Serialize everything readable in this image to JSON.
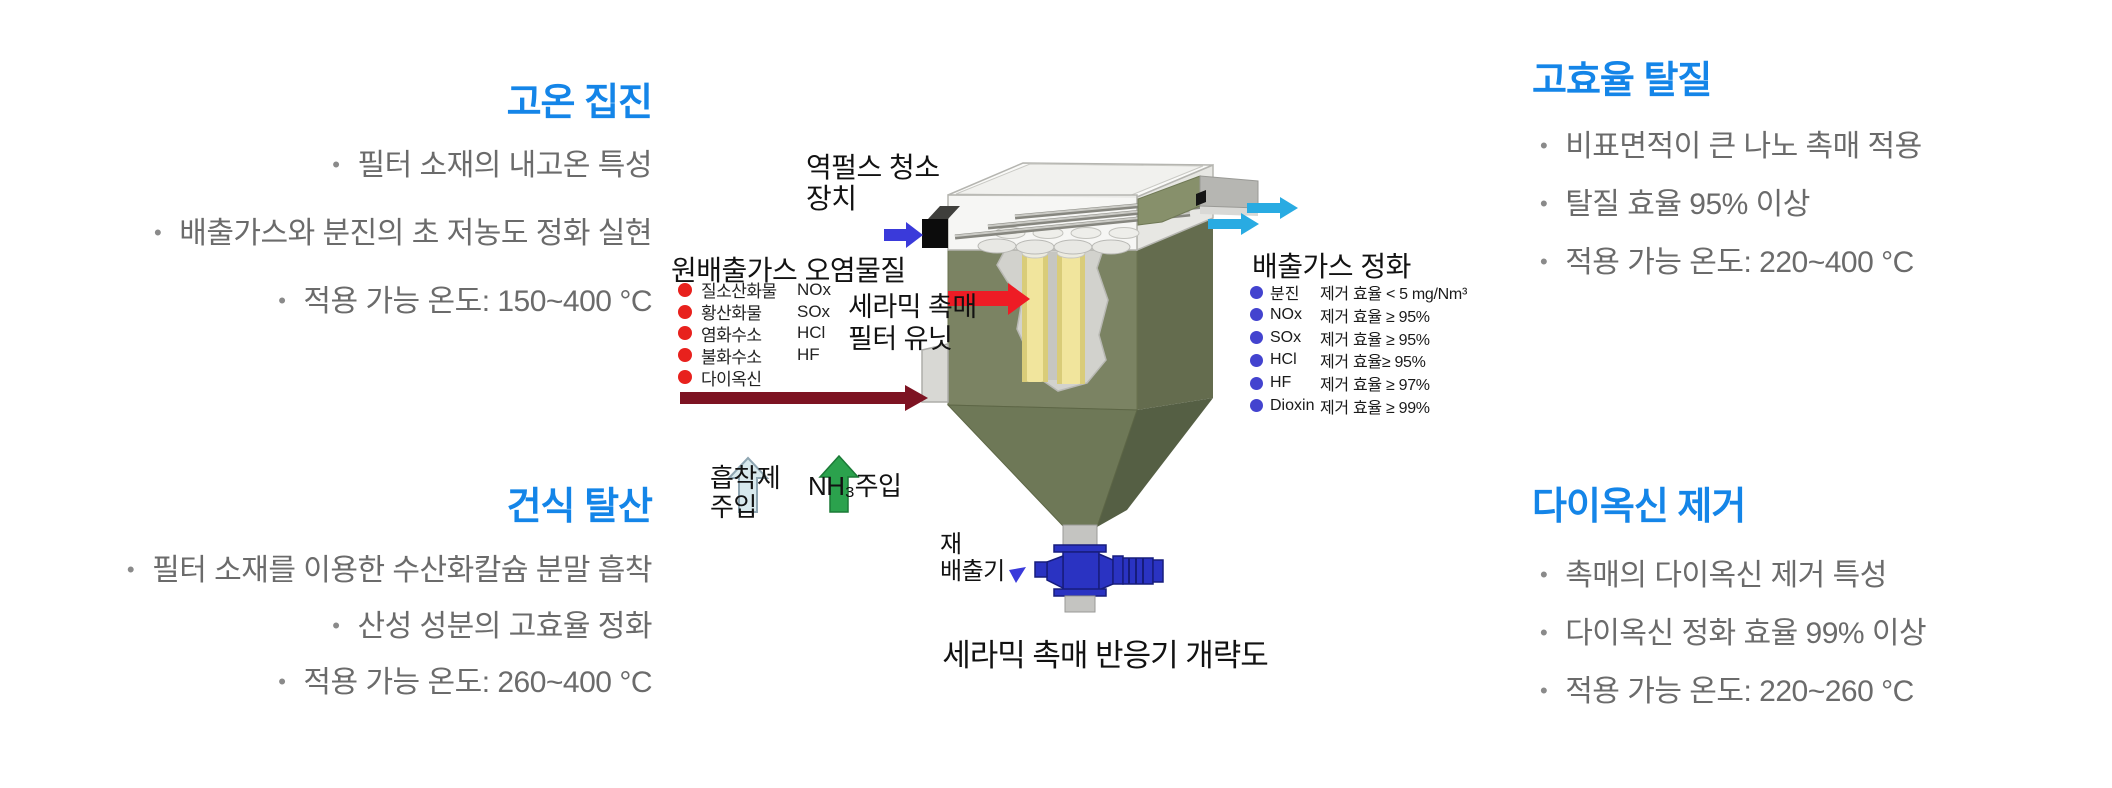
{
  "ui": {
    "bullet": "•"
  },
  "colors": {
    "accent_blue": "#1485e8",
    "body_gray": "#6b6b6b",
    "red_arrow": "#ee1c25",
    "maroon_arrow": "#7d1322",
    "cyan_arrow": "#29abe2",
    "pulse_blue_arrow": "#3a3ada",
    "green_arrow": "#2ba24d",
    "lightblue_arrow": "#d8e9ed",
    "raw_dot_red": "#e8211d",
    "clean_dot_blue": "#4343cf",
    "vessel_olive": "#7b8363"
  },
  "sections": {
    "top_left": {
      "title": "고온 집진",
      "bullets": [
        "필터 소재의 내고온 특성",
        "배출가스와 분진의 초 저농도 정화 실현",
        "적용 가능 온도: 150~400 °C"
      ]
    },
    "bottom_left": {
      "title": "건식 탈산",
      "bullets": [
        "필터 소재를 이용한 수산화칼슘 분말 흡착",
        "산성 성분의 고효율 정화",
        "적용 가능 온도: 260~400 °C"
      ]
    },
    "top_right": {
      "title": "고효율 탈질",
      "bullets": [
        "비표면적이 큰 나노 촉매 적용",
        "탈질 효율 95% 이상",
        "적용 가능 온도: 220~400 °C"
      ]
    },
    "bottom_right": {
      "title": "다이옥신 제거",
      "bullets": [
        "촉매의 다이옥신 제거 특성",
        "다이옥신 정화 효율 99% 이상",
        "적용 가능 온도: 220~260 °C"
      ]
    }
  },
  "diagram": {
    "caption": "세라믹 촉매 반응기 개략도",
    "pulse_label": {
      "line1": "역펄스 청소",
      "line2": "장치"
    },
    "filter_label": {
      "line1": "세라믹 촉매",
      "line2": "필터 유닛"
    },
    "adsorbent_label": {
      "line1": "흡착제",
      "line2": "주입"
    },
    "nh3_label": "NH₃주입",
    "ash_label": {
      "line1": "재",
      "line2": "배출기"
    },
    "raw_gas": {
      "title": "원배출가스 오염물질",
      "items": [
        {
          "name": "질소산화물",
          "formula": "NOx"
        },
        {
          "name": "황산화물",
          "formula": "SOx"
        },
        {
          "name": "염화수소",
          "formula": "HCl"
        },
        {
          "name": "불화수소",
          "formula": "HF"
        },
        {
          "name": "다이옥신",
          "formula": ""
        }
      ]
    },
    "clean_gas": {
      "title": "배출가스 정화",
      "items": [
        {
          "name": "분진",
          "desc": "제거 효율 < 5 mg/Nm³"
        },
        {
          "name": "NOx",
          "desc": "제거 효율 ≥ 95%"
        },
        {
          "name": "SOx",
          "desc": "제거 효율 ≥ 95%"
        },
        {
          "name": "HCl",
          "desc": "제거 효율≥ 95%"
        },
        {
          "name": "HF",
          "desc": "제거 효율 ≥ 97%"
        },
        {
          "name": "Dioxin",
          "desc": "제거 효율 ≥ 99%"
        }
      ]
    }
  }
}
